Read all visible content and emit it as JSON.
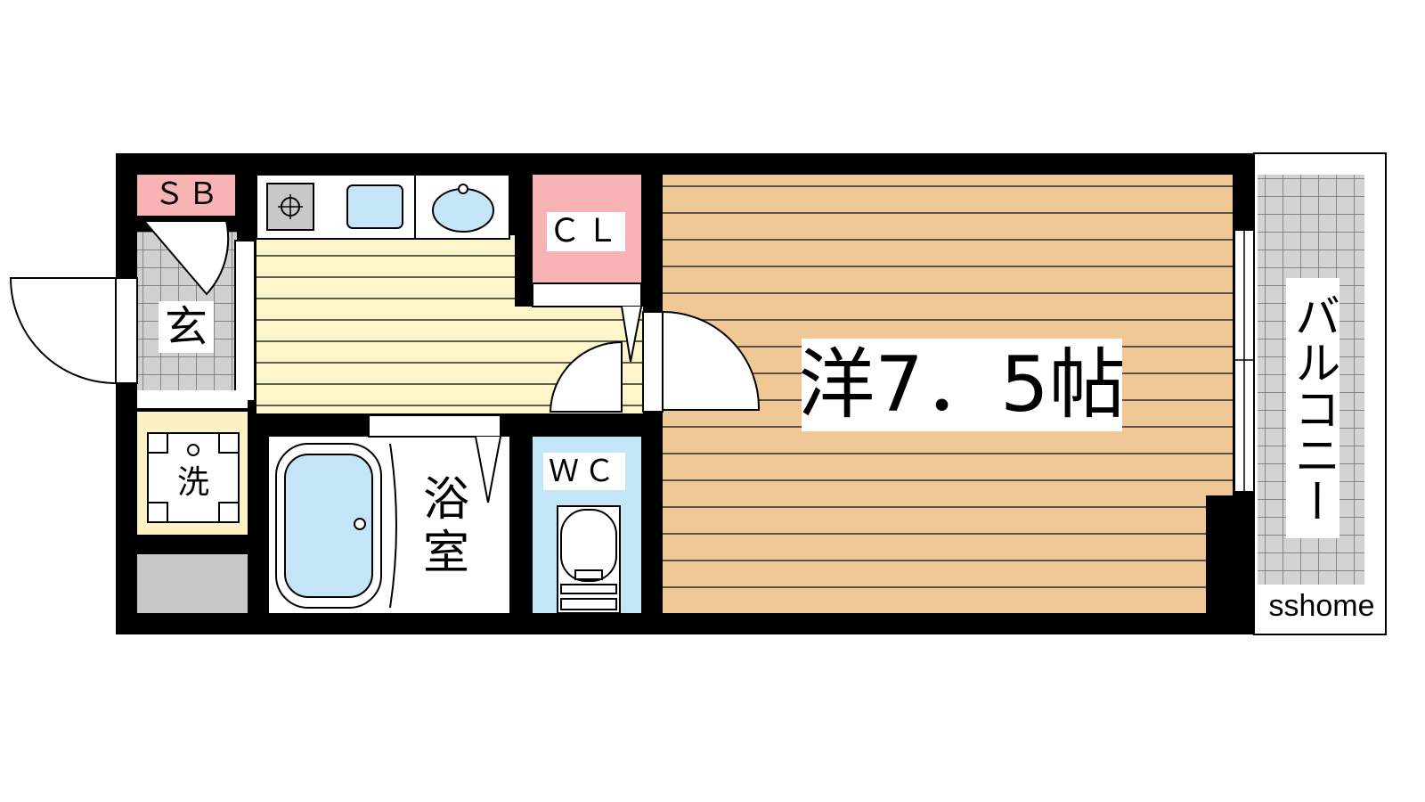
{
  "rooms": {
    "sb": "ＳＢ",
    "genkan": "玄",
    "cl": "ＣＬ",
    "western": "洋7．5帖",
    "wash": "洗",
    "bath": "浴\n室",
    "wc": "ＷＣ",
    "balcony": "バルコニー"
  },
  "watermark": "sshome",
  "colors": {
    "wall": "#000000",
    "floor_wood": "#f0c896",
    "floor_kitchen": "#fdf6c8",
    "floor_tile": "#b4b4b4",
    "closet": "#f8b4b4",
    "water": "#c4e4f8",
    "bath_floor": "#ffffff",
    "laundry": "#fdf2c4",
    "utility_gray": "#c8c8c8"
  }
}
